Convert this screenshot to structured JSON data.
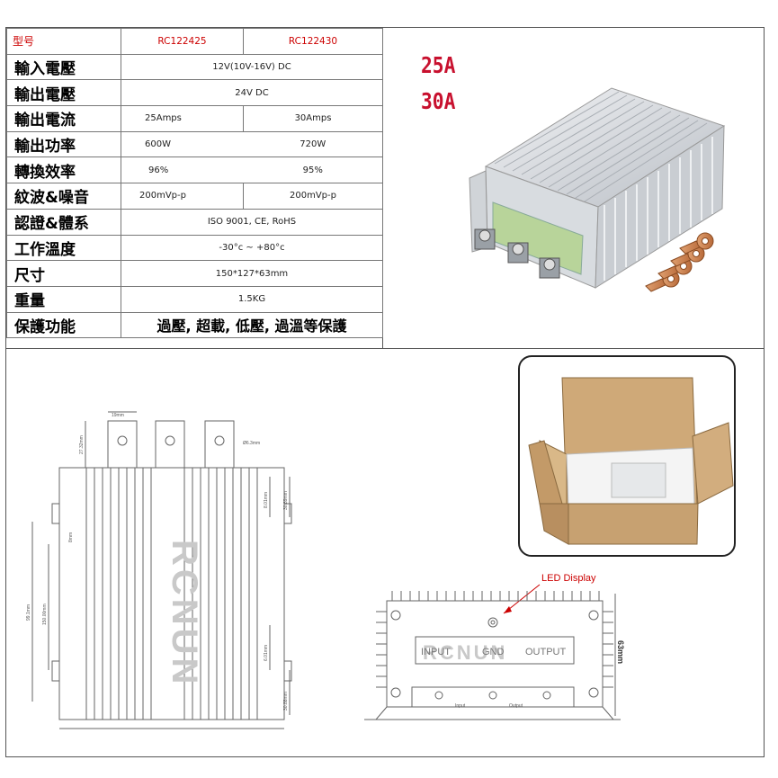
{
  "spec_table": {
    "header": {
      "label": "型号",
      "model_a": "RC122425",
      "model_b": "RC122430"
    },
    "rows": [
      {
        "label": "輸入電壓",
        "value": "12V(10V-16V) DC"
      },
      {
        "label": "輸出電壓",
        "value": "24V DC"
      },
      {
        "label": "輸出電流",
        "value_a": "25Amps",
        "value_b": "30Amps"
      },
      {
        "label": "輸出功率",
        "value_a": "600W",
        "value_b": "720W"
      },
      {
        "label": "轉換效率",
        "value_a": "96%",
        "value_b": "95%"
      },
      {
        "label": "紋波&噪音",
        "value_a": "200mVp-p",
        "value_b": "200mVp-p"
      },
      {
        "label": "認證&體系",
        "value": "ISO 9001, CE, RoHS"
      },
      {
        "label": "工作溫度",
        "value": "-30°c ~ +80°c"
      },
      {
        "label": "尺寸",
        "value": "150*127*63mm"
      },
      {
        "label": "重量",
        "value": "1.5KG"
      },
      {
        "label": "保護功能",
        "value": "過壓, 超載, 低壓, 過溫等保護"
      }
    ]
  },
  "product": {
    "amp_1": "25A",
    "amp_2": "30A"
  },
  "drawing_top": {
    "brand": "RCNUN",
    "dims": {
      "tab_width": "19mm",
      "tab_height": "27.32mm",
      "hole": "Ø6.3mm",
      "side_a": "8.01mm",
      "side_b": "30.89mm",
      "side_c": "8mm",
      "inner_height": "99.1mm",
      "outer_height": "150.00mm",
      "side_d": "6.01mm",
      "side_e": "30.88mm"
    }
  },
  "drawing_side": {
    "led_label": "LED Display",
    "brand": "RCNUN",
    "terminals": [
      "INPUT",
      "GND",
      "OUTPUT"
    ],
    "height_label": "63mm",
    "bottom_input": "Input",
    "bottom_output": "Output"
  }
}
